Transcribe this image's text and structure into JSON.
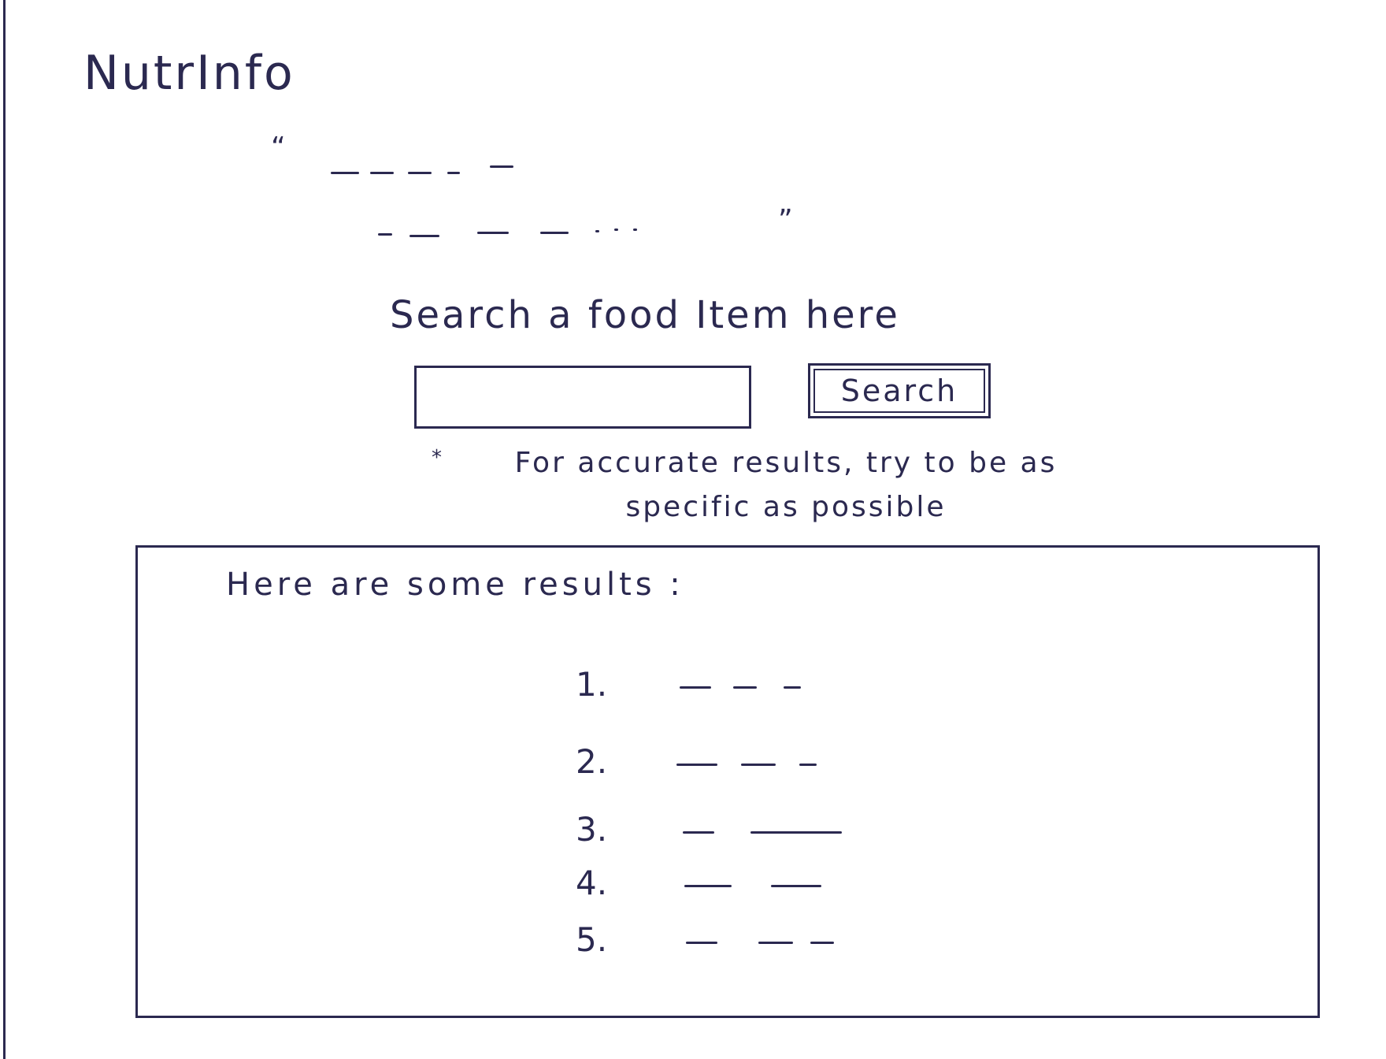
{
  "app": {
    "title": "NutrInfo"
  },
  "quote": {
    "open_mark": "“",
    "close_mark": "”"
  },
  "search": {
    "heading": "Search a food Item here",
    "input_value": "",
    "button_label": "Search",
    "hint_star": "*",
    "hint_text": "For accurate results, try to be as specific as possible"
  },
  "results": {
    "heading": "Here are some results :",
    "items": [
      {
        "number": "1."
      },
      {
        "number": "2."
      },
      {
        "number": "3."
      },
      {
        "number": "4."
      },
      {
        "number": "5."
      }
    ]
  },
  "colors": {
    "ink": "#2b2950",
    "paper": "#ffffff"
  }
}
